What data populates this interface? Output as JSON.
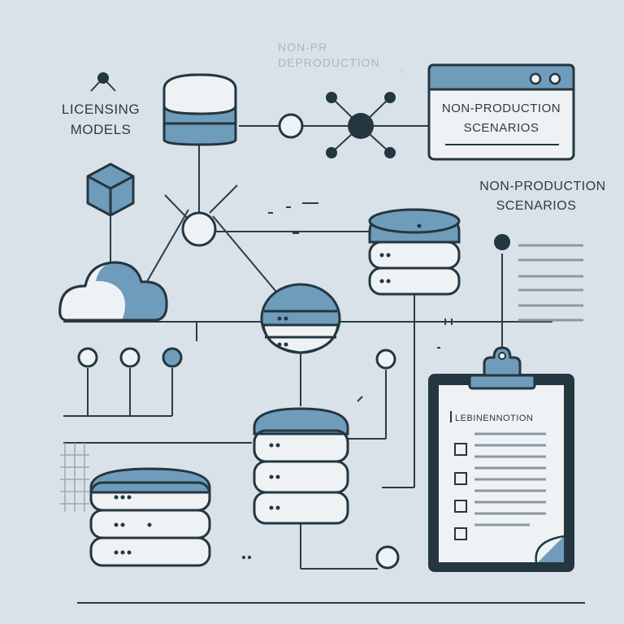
{
  "labels": {
    "faint_top_line1": "NON-PR",
    "faint_top_line2": "DEPRODUCTION",
    "licensing_line1": "LICENSING",
    "licensing_line2": "MODELS",
    "window_line1": "NON-PRODUCTION",
    "window_line2": "SCENARIOS",
    "side_line1": "NON-PRODUCTION",
    "side_line2": "SCENARIOS",
    "clipboard_header": "LEBINENNOTION"
  },
  "colors": {
    "background": "#d9e2e8",
    "accent_blue": "#6f9cbb",
    "outline": "#243640",
    "light_panel": "#eef2f4"
  },
  "icons": [
    "network-node-icon",
    "database-icon",
    "hub-icon",
    "browser-window-icon",
    "cube-icon",
    "cloud-icon",
    "server-stack-icon",
    "clipboard-checklist-icon"
  ]
}
